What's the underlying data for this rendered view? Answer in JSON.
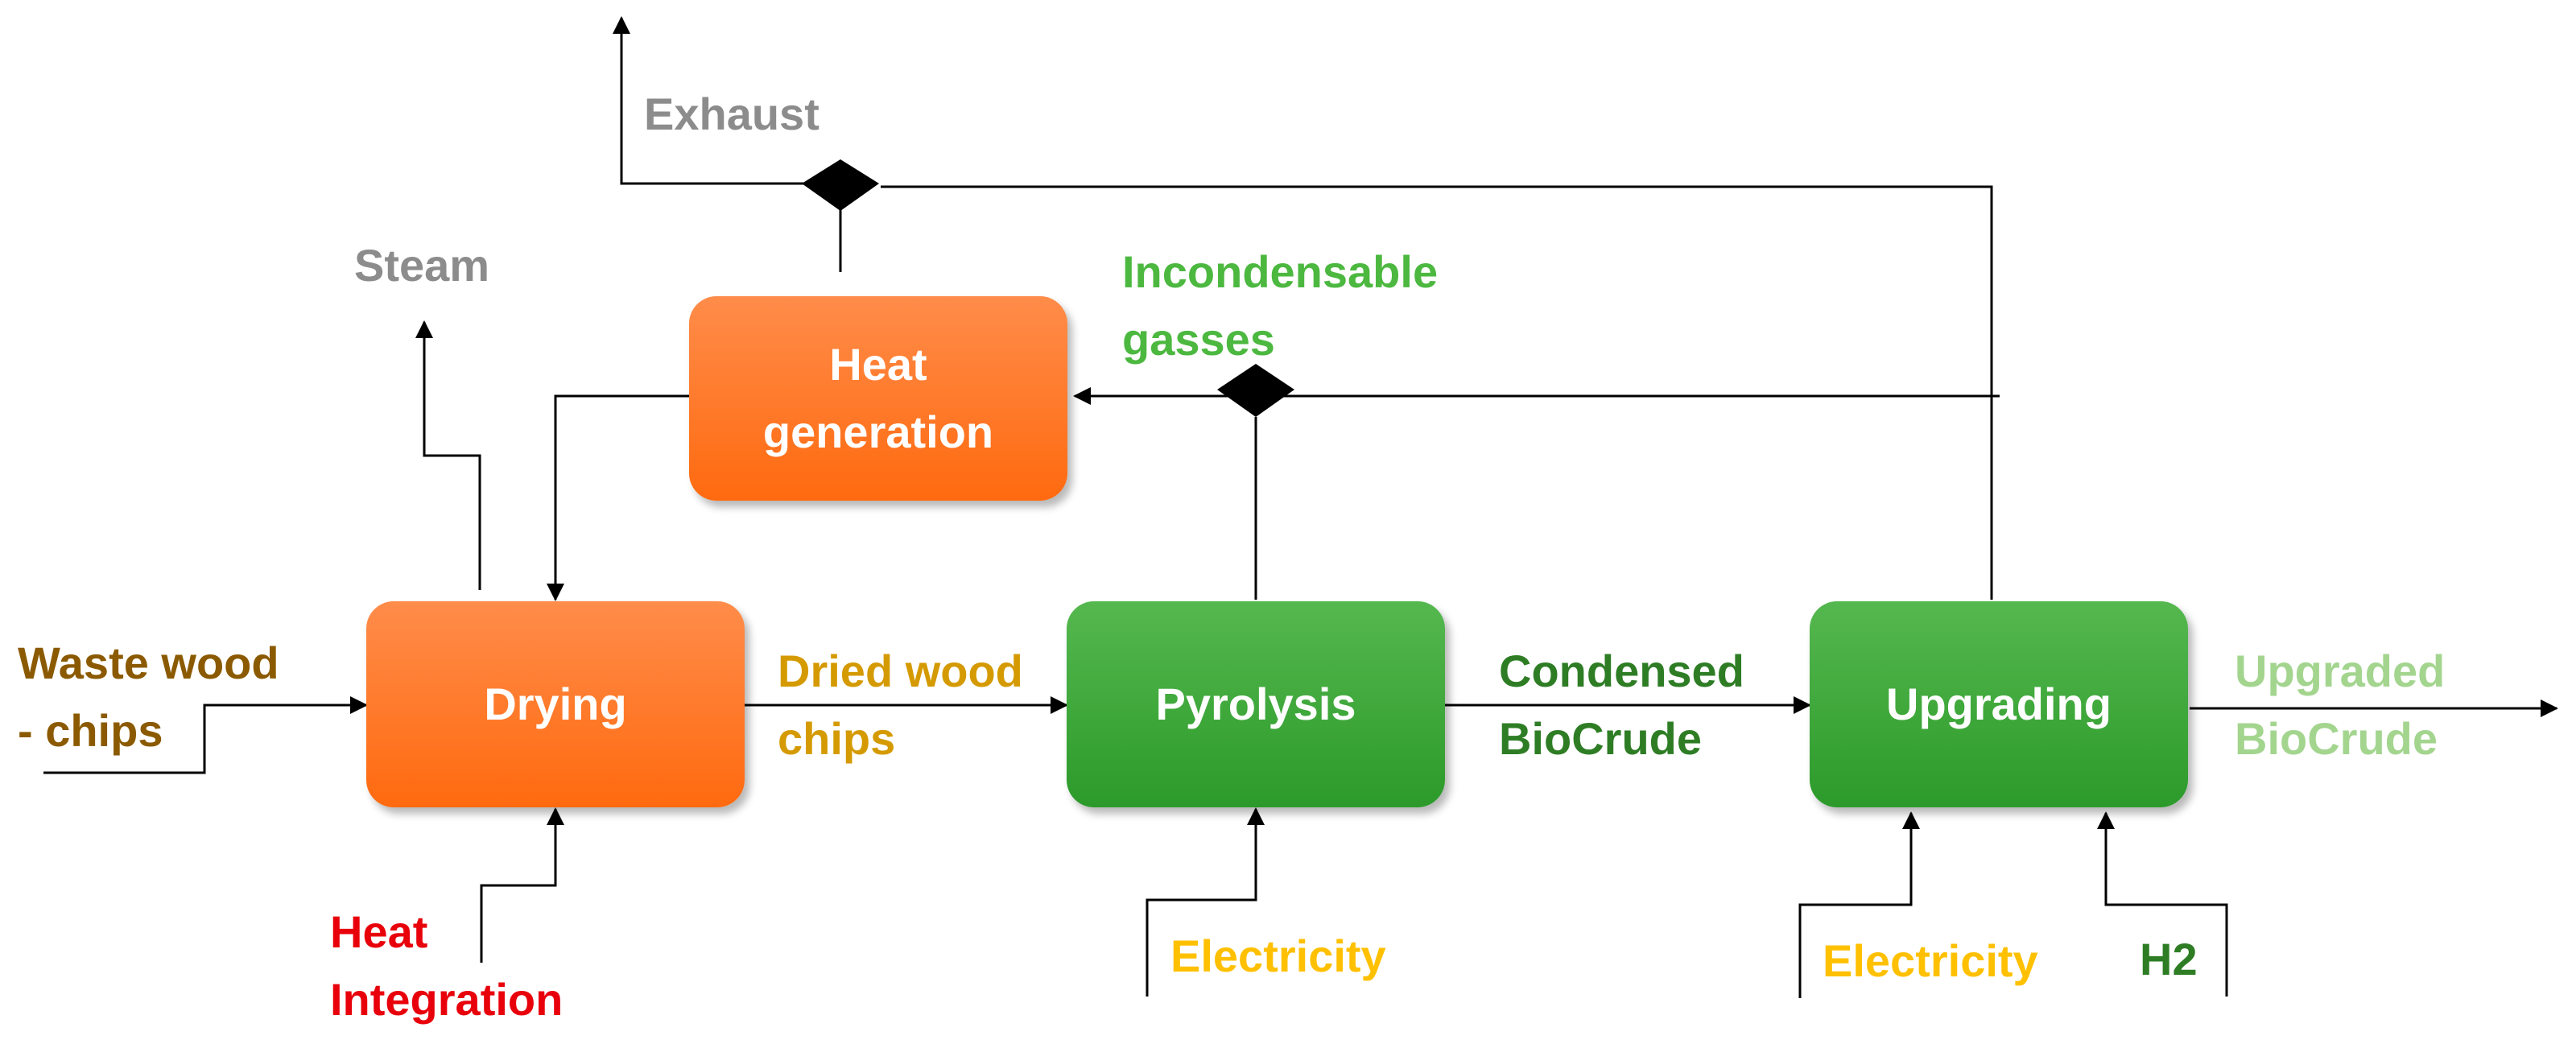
{
  "colors": {
    "orange_box": "#ff7420",
    "green_box": "#3aa836",
    "brown_text": "#8b5a00",
    "gold_text": "#d49a00",
    "red_text": "#e8000b",
    "yellow_text": "#ffc000",
    "gray_text": "#8c8c8c",
    "bright_green_text": "#4cb840",
    "dark_green_text": "#2e7d25",
    "light_green_text": "#a3d58f",
    "line": "#000000"
  },
  "processes": {
    "heat_generation": "Heat\ngeneration",
    "drying": "Drying",
    "pyrolysis": "Pyrolysis",
    "upgrading": "Upgrading"
  },
  "streams": {
    "exhaust": "Exhaust",
    "steam": "Steam",
    "incondensable_gasses": "Incondensable\ngasses",
    "waste_wood_chips": "Waste wood\n- chips",
    "dried_wood_chips": "Dried wood\nchips",
    "condensed_biocrude": "Condensed\nBioCrude",
    "upgraded_biocrude": "Upgraded\nBioCrude",
    "heat_integration": "Heat\nIntegration",
    "electricity_pyrolysis": "Electricity",
    "electricity_upgrading": "Electricity",
    "h2": "H2"
  }
}
